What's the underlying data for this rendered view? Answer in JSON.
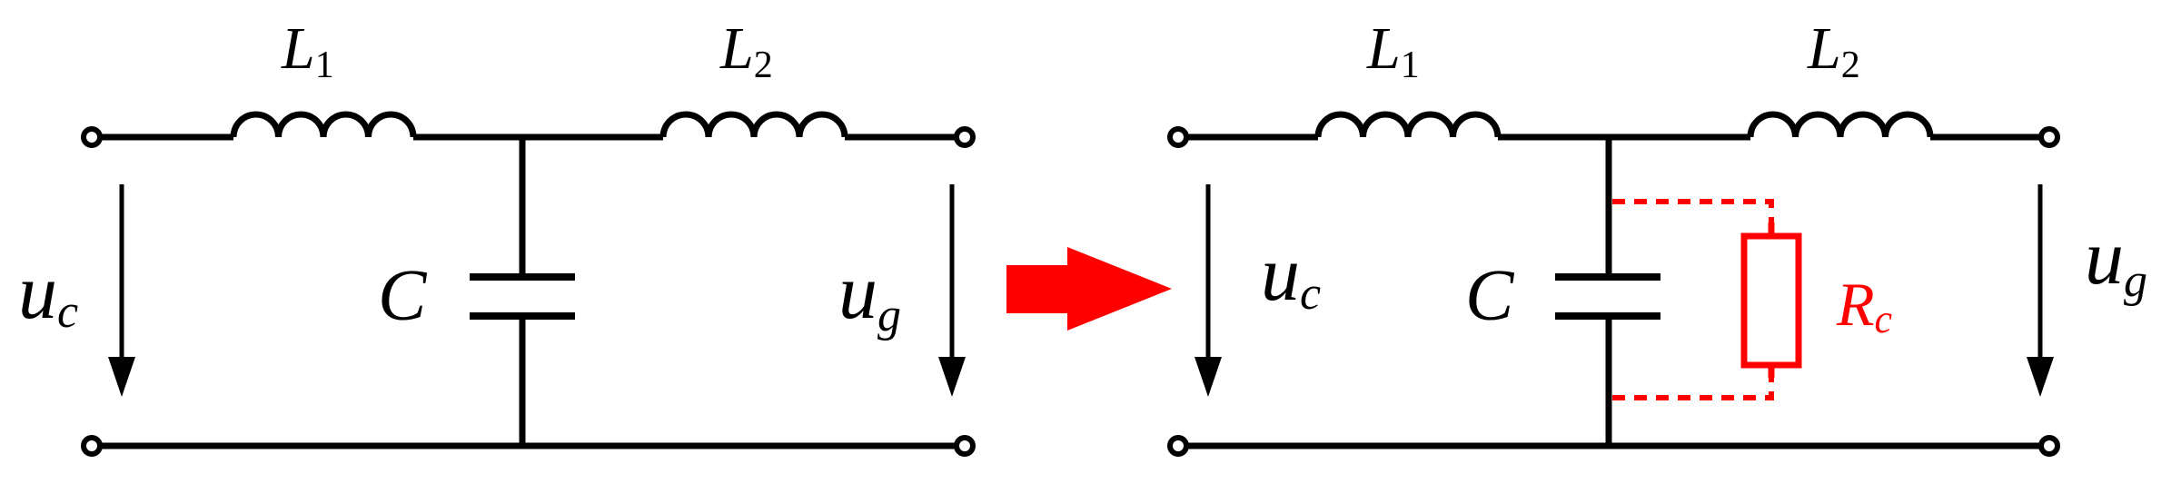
{
  "left_circuit": {
    "inductor1": {
      "letter": "L",
      "sub": "1"
    },
    "inductor2": {
      "letter": "L",
      "sub": "2"
    },
    "capacitor": "C",
    "input_voltage": {
      "letter": "u",
      "sub": "c"
    },
    "output_voltage": {
      "letter": "u",
      "sub": "g"
    }
  },
  "right_circuit": {
    "inductor1": {
      "letter": "L",
      "sub": "1"
    },
    "inductor2": {
      "letter": "L",
      "sub": "2"
    },
    "capacitor": "C",
    "damping_resistor": {
      "letter": "R",
      "sub": "c"
    },
    "input_voltage": {
      "letter": "u",
      "sub": "c"
    },
    "output_voltage": {
      "letter": "u",
      "sub": "g"
    }
  },
  "colors": {
    "wire": "#000000",
    "highlight": "#ff0000"
  }
}
